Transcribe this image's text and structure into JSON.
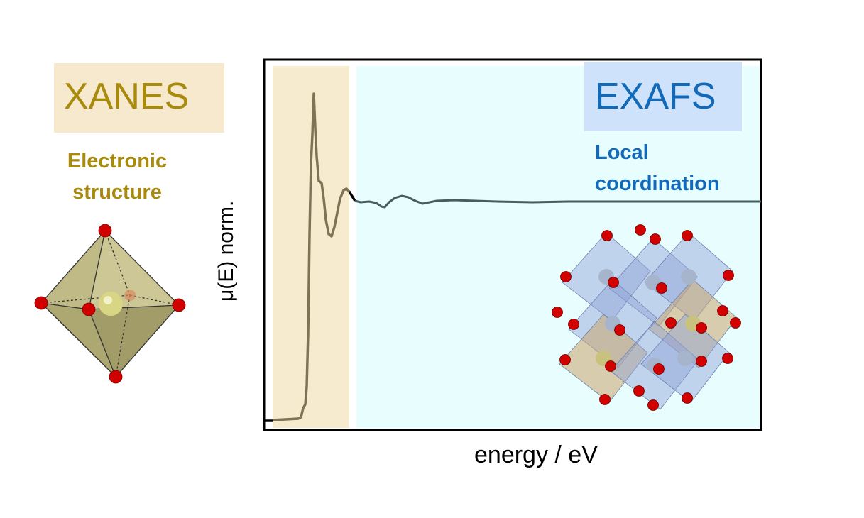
{
  "xanes": {
    "title": "XANES",
    "subtitle_line1": "Electronic",
    "subtitle_line2": "structure"
  },
  "exafs": {
    "title": "EXAFS",
    "subtitle_line1": "Local",
    "subtitle_line2": "coordination"
  },
  "axes": {
    "ylabel": "μ(E) norm.",
    "xlabel": "energy / eV"
  },
  "colors": {
    "xanes_region": "#f6ebcf",
    "exafs_region": "#e8fdfd",
    "xanes_text": "#a88a0c",
    "exafs_text": "#1169b8",
    "xanes_curve": "#7e7355",
    "exafs_curve": "#455f5e"
  }
}
